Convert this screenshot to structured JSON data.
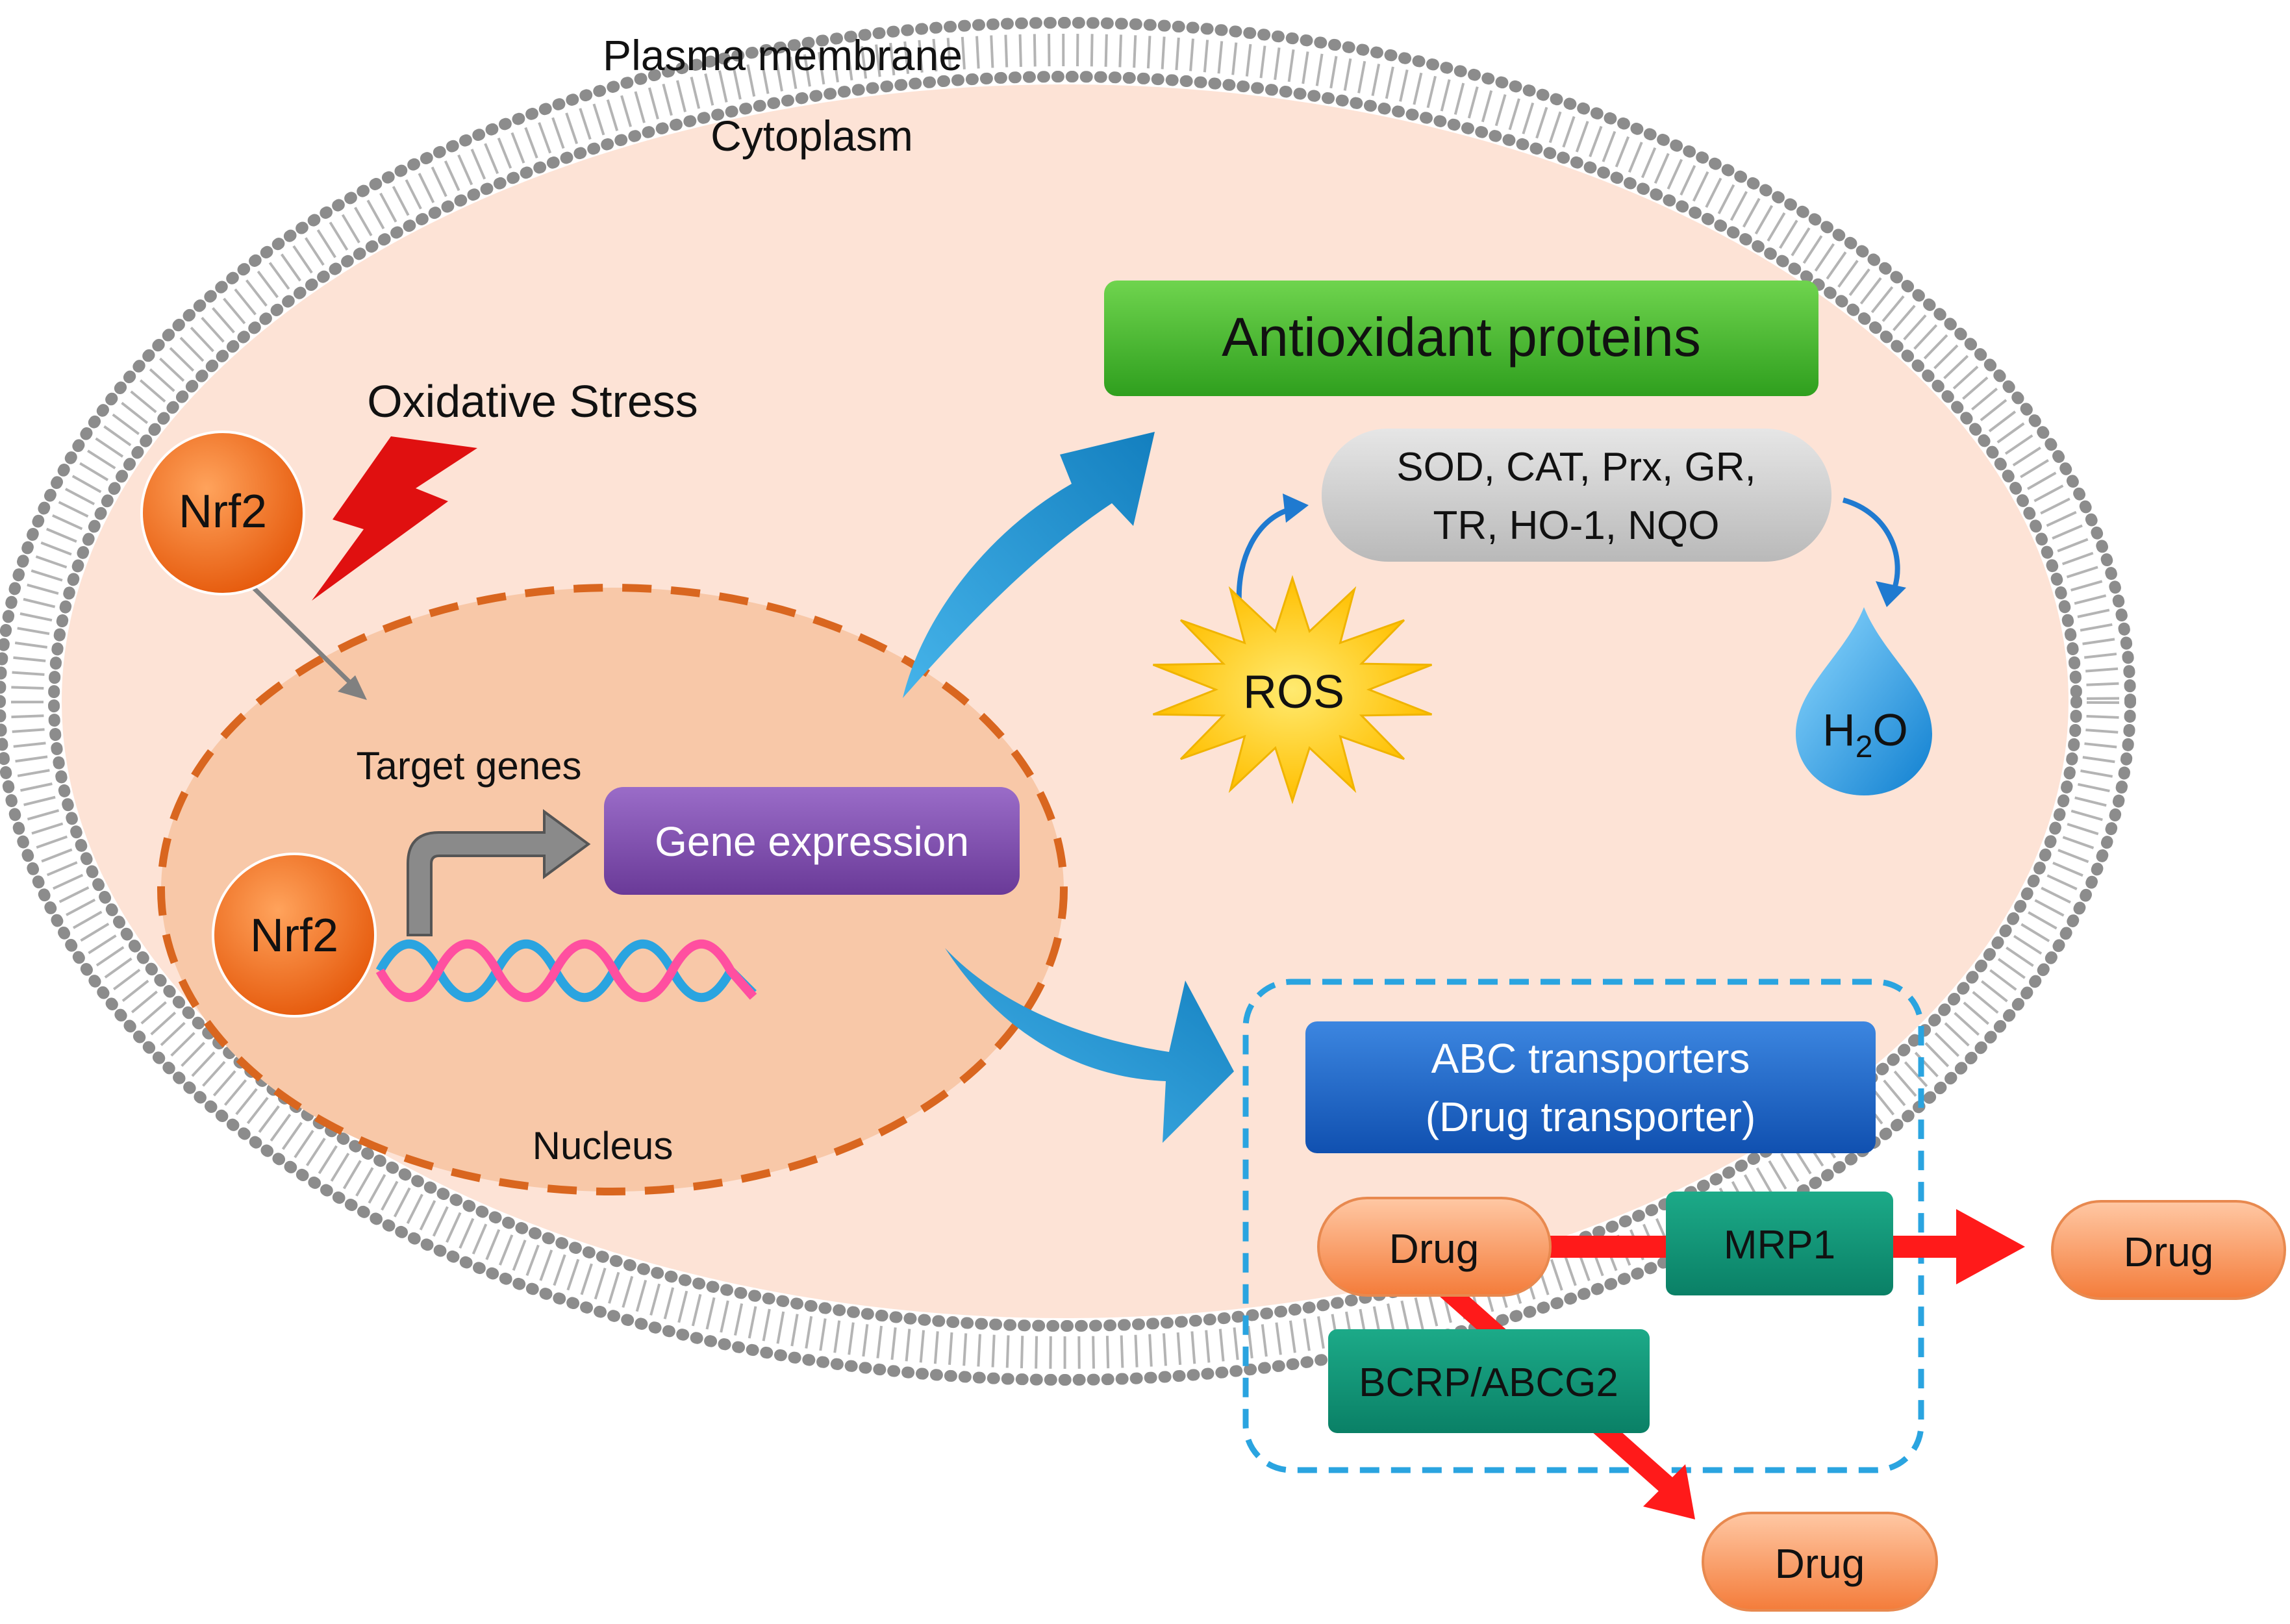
{
  "membrane": {
    "label": "Plasma membrane"
  },
  "cytoplasm": {
    "label": "Cytoplasm"
  },
  "nucleus": {
    "label": "Nucleus"
  },
  "stress": {
    "label": "Oxidative Stress"
  },
  "nrf2_cyto": {
    "label": "Nrf2"
  },
  "nrf2_nuc": {
    "label": "Nrf2"
  },
  "target_genes": {
    "label": "Target genes"
  },
  "gene_expression": {
    "label": "Gene expression"
  },
  "antioxidant": {
    "label": "Antioxidant proteins"
  },
  "enzymes": {
    "line1": "SOD, CAT, Prx, GR,",
    "line2": "TR, HO-1, NQO"
  },
  "ros": {
    "label": "ROS"
  },
  "water": {
    "prefix": "H",
    "subscript": "2",
    "suffix": "O"
  },
  "abc": {
    "line1": "ABC transporters",
    "line2": "(Drug transporter)"
  },
  "drug_inside": {
    "label": "Drug"
  },
  "drug_right": {
    "label": "Drug"
  },
  "drug_bottom": {
    "label": "Drug"
  },
  "mrp1": {
    "label": "MRP1"
  },
  "bcrp": {
    "label": "BCRP/ABCG2"
  },
  "colors": {
    "cytoplasm": "#fde3d6",
    "nucleus": "#f8c8a8",
    "nucleus_border": "#d9661f",
    "lipid": "#8c8c8c",
    "nrf2": "#f06a14",
    "antioxidant": "#4fbf35",
    "gene_expression": "#7b4ca8",
    "enzymes": "#cfcfcf",
    "ros": "#ffd21e",
    "water": "#2a9ee0",
    "abc": "#2166c4",
    "transporter": "#12987a",
    "drug": "#f8935a",
    "efflux_arrow": "#ff1a1a",
    "big_arrow": "#1e92cf",
    "dna_pink": "#ff4fa0",
    "dna_blue": "#2aa4e0"
  }
}
